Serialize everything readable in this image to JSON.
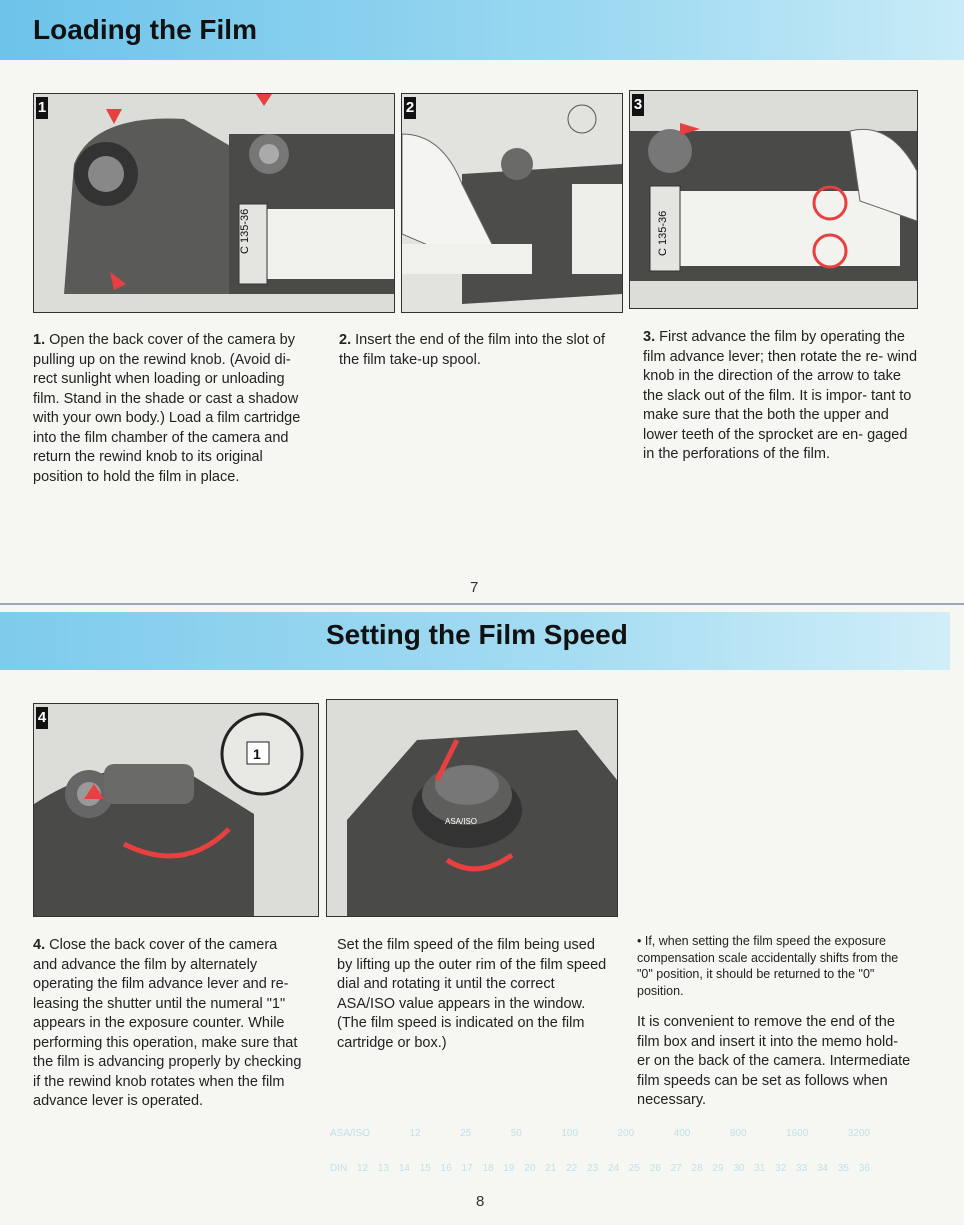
{
  "section1": {
    "title": "Loading the Film",
    "steps": [
      {
        "num": "1",
        "bold": "1.",
        "text": " Open the back cover of the camera by pulling up on the rewind knob. (Avoid di- rect sunlight when loading or unloading film. Stand in the shade or cast a shadow with your own body.) Load a film cartridge into the film chamber of the camera and return the rewind knob to its original position to hold the film in place."
      },
      {
        "num": "2",
        "bold": "2.",
        "text": " Insert the end of the film into the slot of the film take-up spool."
      },
      {
        "num": "3",
        "bold": "3.",
        "text": " First advance the film by operating the film advance lever; then rotate the re- wind knob in the direction of the arrow to take the slack out of the film. It is impor- tant to make sure that the both the upper and lower teeth of the sprocket are en- gaged in the perforations of the film."
      }
    ],
    "cartridge_label": "C 135-36",
    "page_number": "7"
  },
  "section2": {
    "title": "Setting the Film Speed",
    "step4": {
      "num": "4",
      "bold": "4.",
      "text": " Close the back cover of the camera and advance the film by alternately operating the film advance lever and re- leasing the shutter until the numeral \"1\" appears in the exposure counter. While performing this operation, make sure that the film is advancing properly by checking if the rewind knob rotates when the film advance lever is operated."
    },
    "counter_value": "1",
    "dial_label": "ASA/ISO",
    "middle_text": "Set the film speed of the film being used by lifting up the outer rim of the film speed dial and rotating it until the correct ASA/ISO value appears in the window. (The film speed is indicated on the film cartridge or box.)",
    "note": "• If, when setting the film speed the exposure compensation scale accidentally shifts from the \"0\" position, it should be returned to the \"0\" position.",
    "right_text": "It is convenient to remove the end of the film box and insert it into the memo hold- er on the back of the camera. Intermediate film speeds can be set as follows when necessary.",
    "scale_asa_label": "ASA/ISO",
    "scale_asa": [
      "12",
      "25",
      "50",
      "100",
      "200",
      "400",
      "800",
      "1600",
      "3200"
    ],
    "scale_din_label": "DIN",
    "scale_din": [
      "12",
      "13",
      "14",
      "15",
      "16",
      "17",
      "18",
      "19",
      "20",
      "21",
      "22",
      "23",
      "24",
      "25",
      "26",
      "27",
      "28",
      "29",
      "30",
      "31",
      "32",
      "33",
      "34",
      "35",
      "36"
    ],
    "page_number": "8"
  }
}
